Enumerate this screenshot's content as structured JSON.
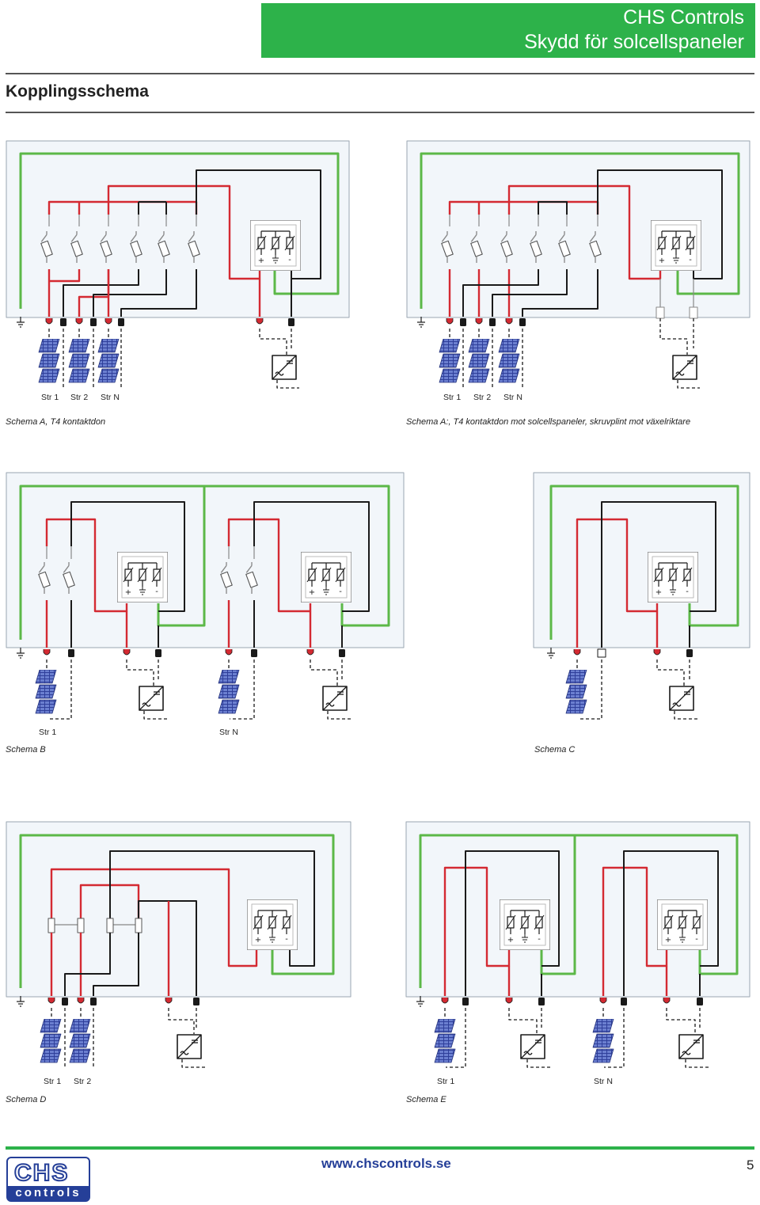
{
  "header": {
    "company": "CHS Controls",
    "product": "Skydd för solcellspaneler",
    "accent_color": "#2db24a"
  },
  "page_title": "Kopplingsschema",
  "schemas": [
    {
      "caption": "Schema A, T4 kontaktdon",
      "strings": [
        "Str 1",
        "Str 2",
        "Str N"
      ]
    },
    {
      "caption": "Schema A:, T4 kontaktdon mot solcellspaneler, skruvplint mot växelriktare",
      "strings": [
        "Str 1",
        "Str 2",
        "Str N"
      ]
    },
    {
      "caption": "Schema B",
      "strings": [
        "Str 1",
        "Str N"
      ]
    },
    {
      "caption": "Schema C",
      "strings": []
    },
    {
      "caption": "Schema D",
      "strings": [
        "Str 1",
        "Str 2"
      ]
    },
    {
      "caption": "Schema E",
      "strings": [
        "Str 1",
        "Str N"
      ]
    }
  ],
  "wire_colors": {
    "positive": "#d42a32",
    "negative": "#1a1a1a",
    "earth": "#5cb848"
  },
  "footer": {
    "logo_top": "CHS",
    "logo_bottom": "controls",
    "url": "www.chscontrols.se",
    "page_number": "5"
  }
}
